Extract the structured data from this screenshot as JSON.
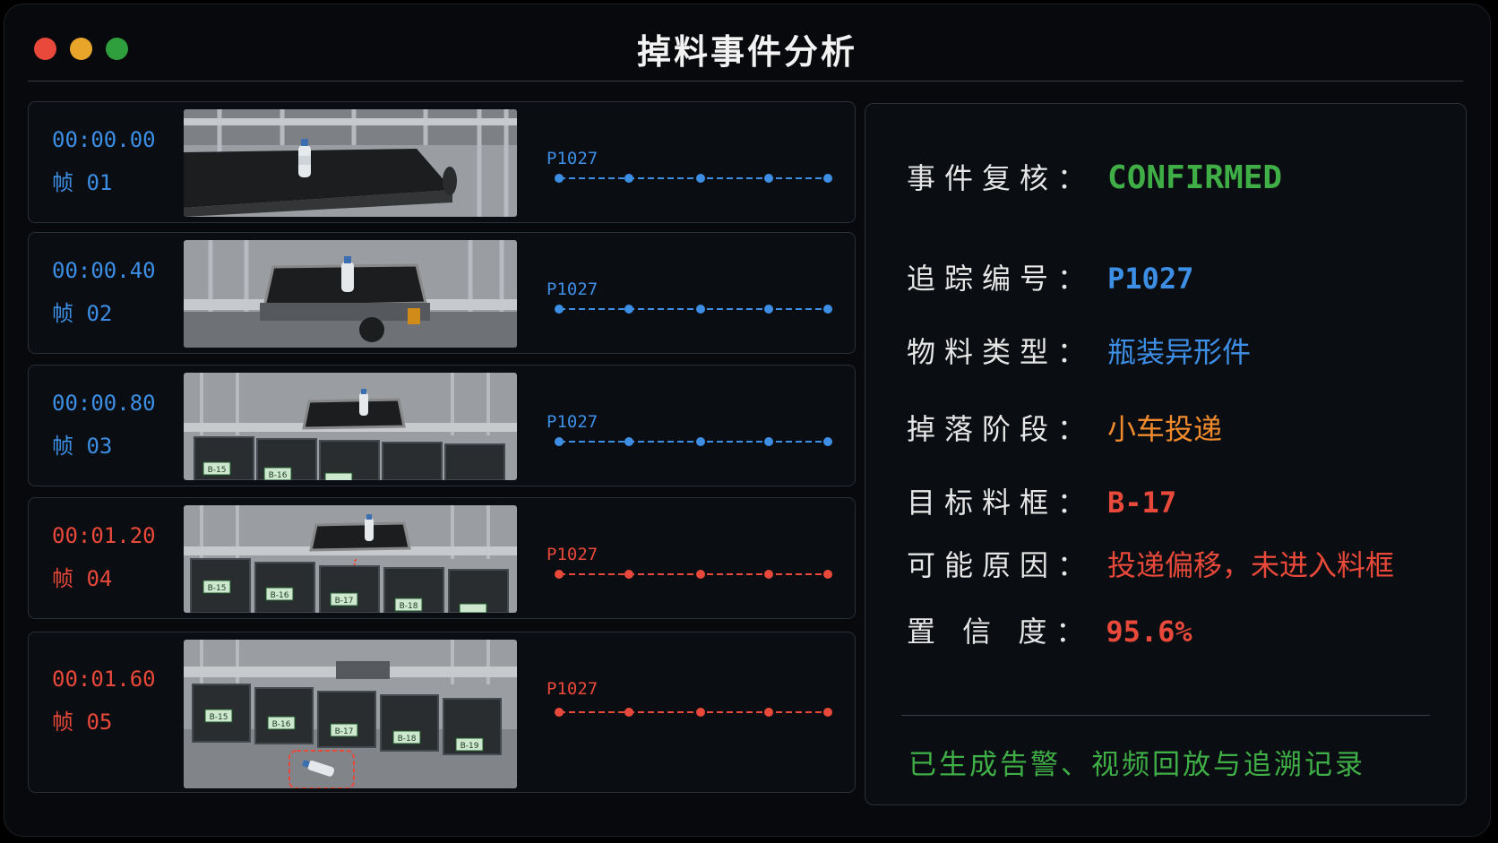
{
  "window": {
    "title": "掉料事件分析"
  },
  "colors": {
    "normal": "#3d8fe6",
    "alert": "#e8493a",
    "ok": "#3fae46",
    "warn": "#f08a2c"
  },
  "frames": [
    {
      "time": "00:00.00",
      "label": "帧 01",
      "tag": "P1027",
      "state": "normal"
    },
    {
      "time": "00:00.40",
      "label": "帧 02",
      "tag": "P1027",
      "state": "normal"
    },
    {
      "time": "00:00.80",
      "label": "帧 03",
      "tag": "P1027",
      "state": "normal"
    },
    {
      "time": "00:01.20",
      "label": "帧 04",
      "tag": "P1027",
      "state": "alert"
    },
    {
      "time": "00:01.60",
      "label": "帧 05",
      "tag": "P1027",
      "state": "alert"
    }
  ],
  "bins": [
    "B-15",
    "B-16",
    "B-17",
    "B-18",
    "B-19"
  ],
  "details": {
    "review_label": "事件复核：",
    "review_value": "CONFIRMED",
    "track_label": "追踪编号：",
    "track_value": "P1027",
    "type_label": "物料类型：",
    "type_value": "瓶装异形件",
    "stage_label": "掉落阶段：",
    "stage_value": "小车投递",
    "target_label": "目标料框：",
    "target_value": "B-17",
    "cause_label": "可能原因：",
    "cause_value": "投递偏移，未进入料框",
    "conf_label": "置 信 度：",
    "conf_value": "95.6%"
  },
  "footer": "已生成告警、视频回放与追溯记录"
}
